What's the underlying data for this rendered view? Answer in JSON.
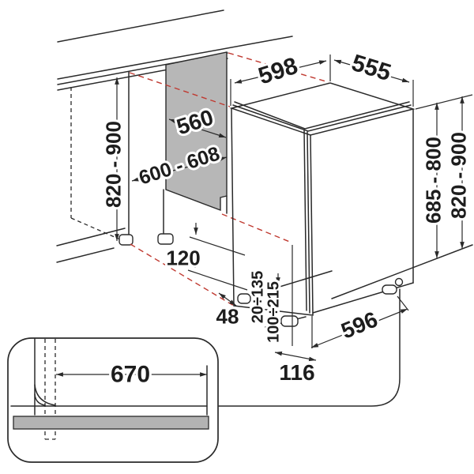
{
  "diagram": {
    "dimensions": {
      "top_width": "598",
      "top_depth": "555",
      "niche_depth": "560",
      "niche_width": "600 - 608",
      "niche_height_left": "820 - 900",
      "appliance_height": "685 - 800",
      "niche_height_right": "820 - 900",
      "plinth_height": "120",
      "gap_48": "48",
      "range_20_135": "20÷135",
      "range_100_215": "100÷215",
      "feet_distance": "596",
      "front_offset": "116",
      "detail_reach": "670"
    },
    "colors": {
      "line": "#2a2a2a",
      "panel_gray": "#b7b7b7",
      "bar_gray": "#b3b3b3",
      "guide_red": "#c03a31"
    }
  }
}
